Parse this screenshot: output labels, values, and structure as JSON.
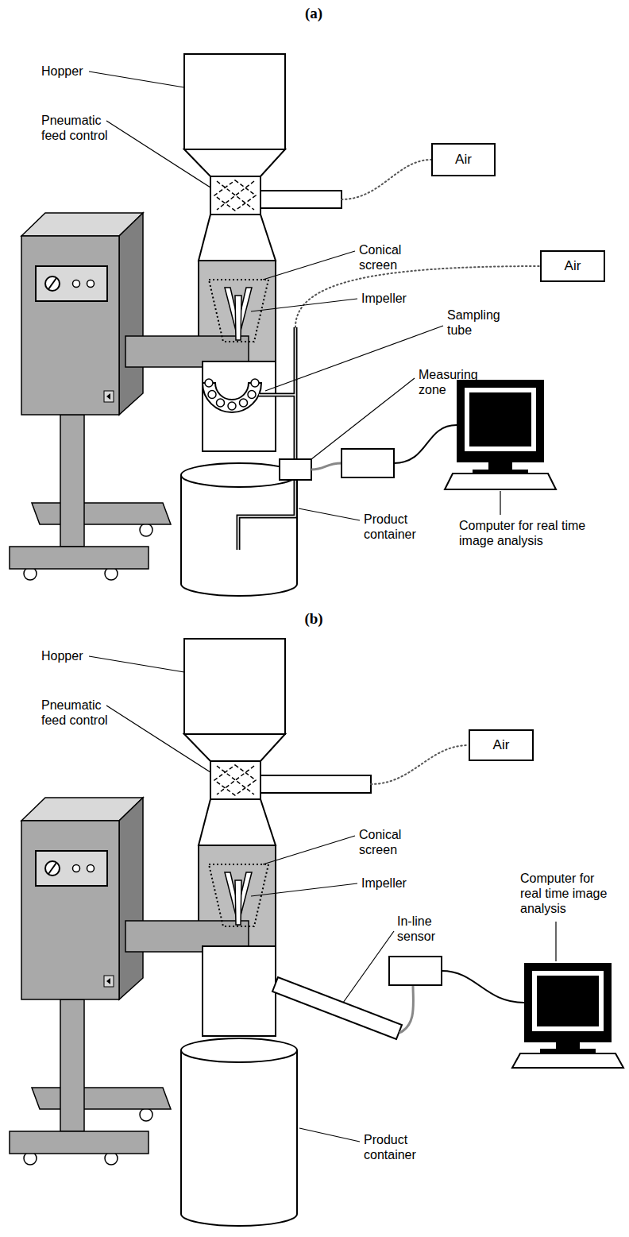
{
  "diagram": {
    "nodes": [
      {
        "text": [
          "Air"
        ]
      },
      {
        "text": [
          "Air"
        ]
      },
      {
        "text": [
          "Air"
        ]
      }
    ],
    "labels": [
      "(a)",
      "Hopper",
      "Pneumatic feed control",
      "Conical screen",
      "Impeller",
      "Sampling tube",
      "Measuring zone",
      "Product container",
      "Computer for real time image analysis",
      "(b)",
      "Hopper",
      "Pneumatic feed control",
      "Conical screen",
      "Impeller",
      "In-line sensor",
      "Computer for real time image analysis",
      "Product container"
    ]
  }
}
